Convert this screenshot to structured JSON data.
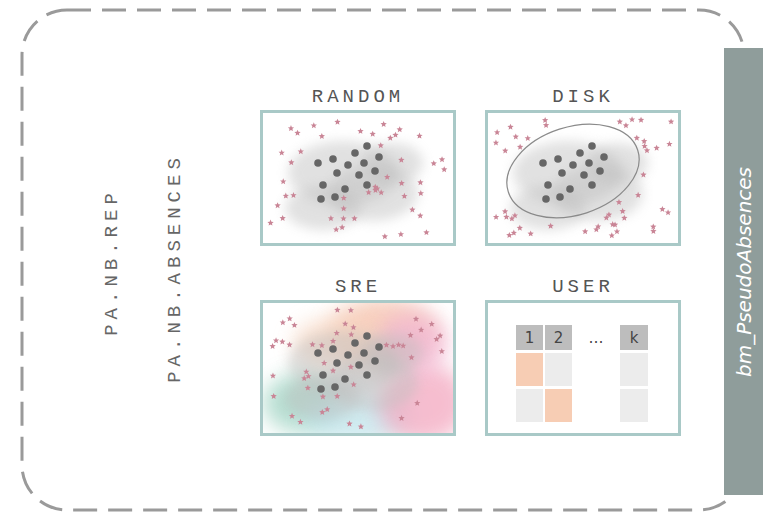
{
  "diagram": {
    "nodes": [
      {
        "text": [
          "PA.NB.REP",
          "PA.NB.ABSENCES"
        ]
      },
      {
        "text": [
          "RANDOM"
        ],
        "in": 0
      },
      {
        "text": [
          "DISK"
        ],
        "in": 0
      },
      {
        "text": [
          "SRE"
        ],
        "in": 0
      },
      {
        "text": [
          "USER"
        ],
        "in": 0
      },
      {
        "text": [
          "bm_PseudoAbsences"
        ]
      }
    ],
    "labels": [
      "1",
      "2",
      "…",
      "k"
    ]
  }
}
